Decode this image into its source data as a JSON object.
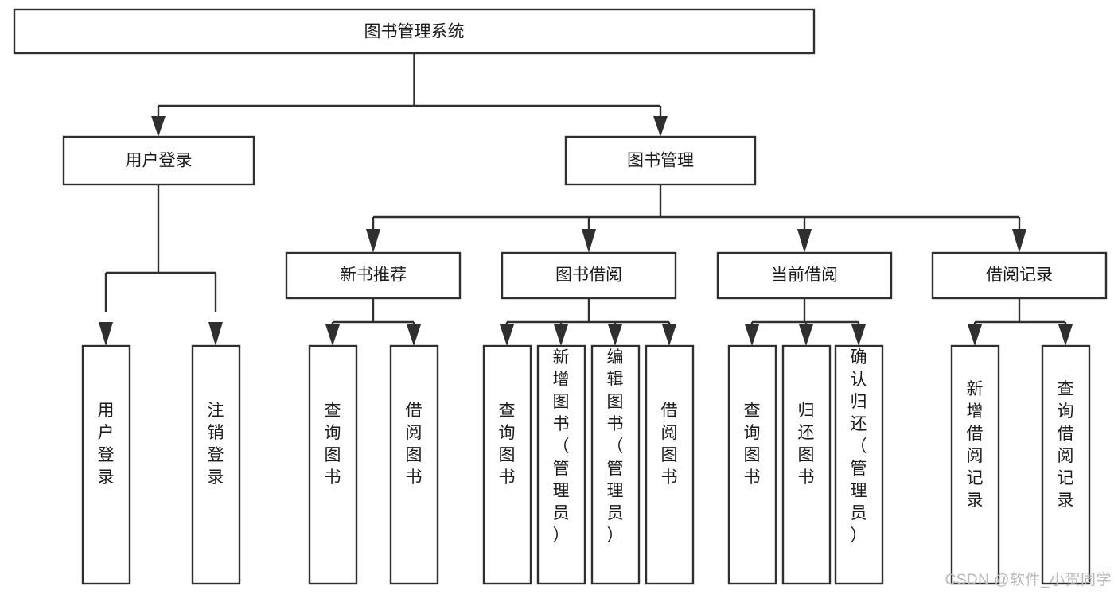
{
  "diagram": {
    "title": "图书管理系统",
    "watermark": "CSDN @软件_小贺同学",
    "type": "tree-hierarchy",
    "accent_color": "#2f2f2f",
    "background_color": "#ffffff",
    "root": {
      "label": "图书管理系统"
    },
    "level2": [
      {
        "label": "用户登录"
      },
      {
        "label": "图书管理"
      }
    ],
    "level3": [
      {
        "label": "新书推荐"
      },
      {
        "label": "图书借阅"
      },
      {
        "label": "当前借阅"
      },
      {
        "label": "借阅记录"
      }
    ],
    "leaves": {
      "user_login": [
        {
          "label": "用户登录"
        },
        {
          "label": "注销登录"
        }
      ],
      "new_book_recommend": [
        {
          "label": "查询图书"
        },
        {
          "label": "借阅图书"
        }
      ],
      "book_borrow": [
        {
          "label": "查询图书"
        },
        {
          "label": "新增图书（管理员）"
        },
        {
          "label": "编辑图书（管理员）"
        },
        {
          "label": "借阅图书"
        }
      ],
      "current_borrow": [
        {
          "label": "查询图书"
        },
        {
          "label": "归还图书"
        },
        {
          "label": "确认归还（管理员）"
        }
      ],
      "borrow_record": [
        {
          "label": "新增借阅记录"
        },
        {
          "label": "查询借阅记录"
        }
      ]
    }
  }
}
